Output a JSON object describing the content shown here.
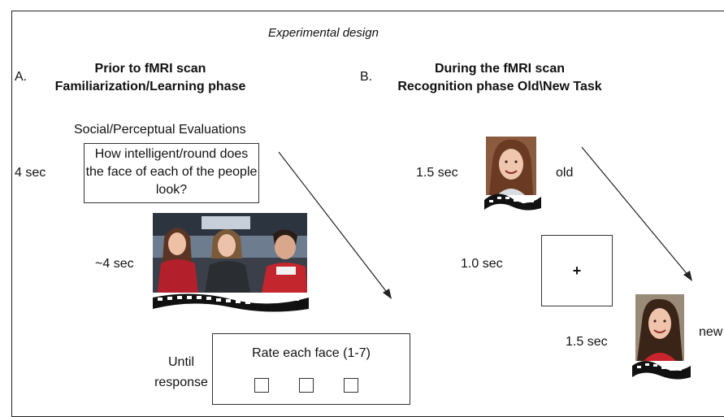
{
  "title": "Experimental design",
  "panel_a": {
    "letter": "A.",
    "heading_line1": "Prior to fMRI scan",
    "heading_line2": "Familiarization/Learning phase",
    "eval_title": "Social/Perceptual Evaluations",
    "eval_duration": "4 sec",
    "question": "How intelligent/round does the face of each of the people look?",
    "video_duration": "~4 sec",
    "rating_duration_line1": "Until",
    "rating_duration_line2": "response",
    "rating_prompt": "Rate each face (1-7)"
  },
  "panel_b": {
    "letter": "B.",
    "heading_line1": "During the fMRI scan",
    "heading_line2": "Recognition phase Old\\New Task",
    "face1_duration": "1.5 sec",
    "face1_label": "old",
    "fixation_duration": "1.0 sec",
    "fixation_symbol": "+",
    "face2_duration": "1.5 sec",
    "face2_label": "new"
  }
}
